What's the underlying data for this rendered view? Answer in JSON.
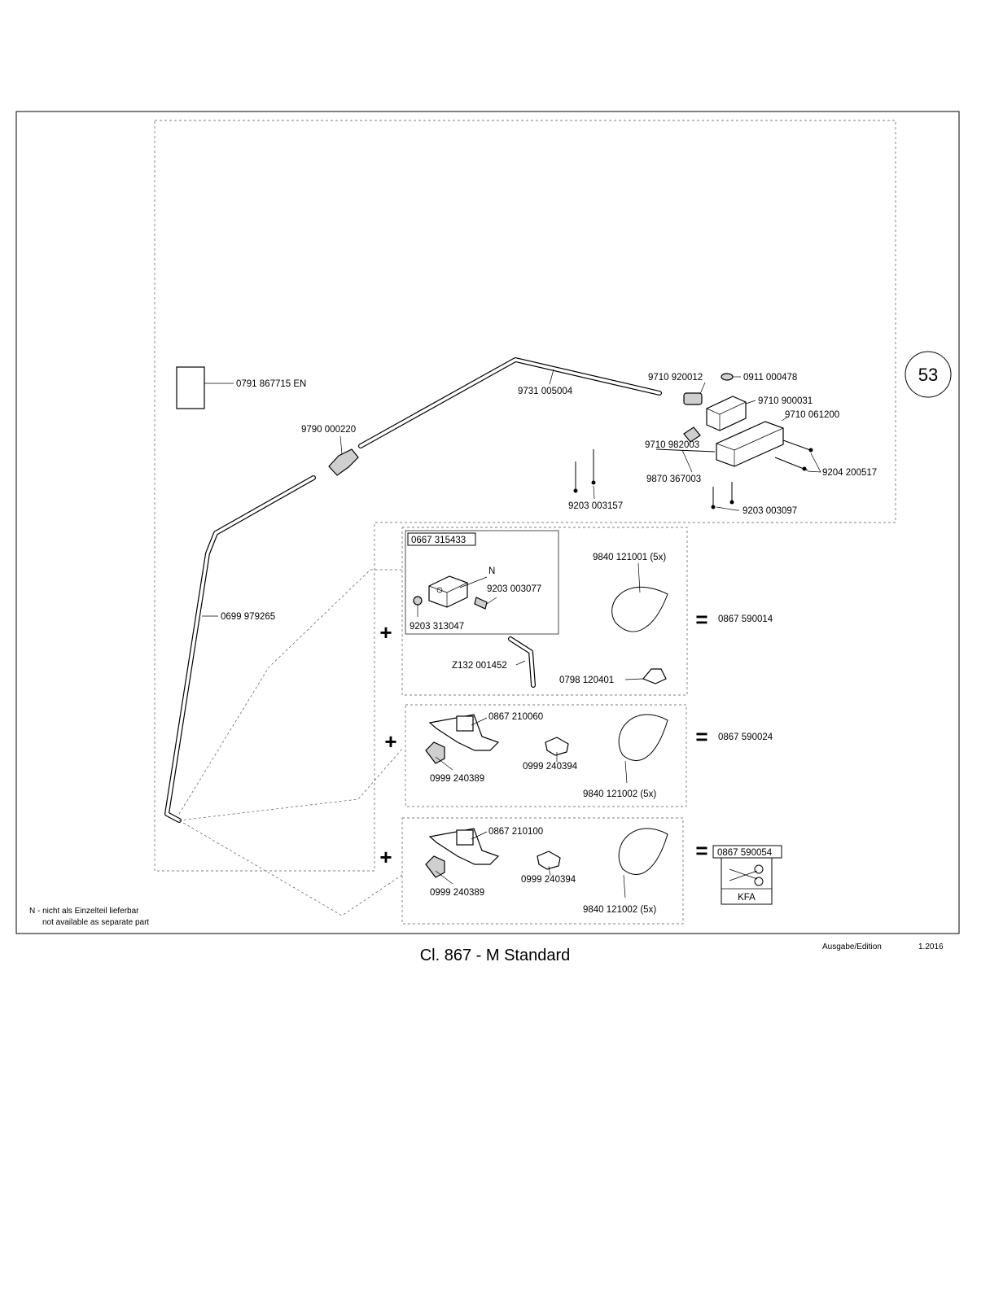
{
  "page_number": "53",
  "title": "Cl. 867 - M Standard",
  "edition": {
    "label": "Ausgabe/Edition",
    "value": "1.2016"
  },
  "legend": {
    "n_de": "N - nicht als Einzelteil lieferbar",
    "n_en": "not available as separate part"
  },
  "symbols": {
    "plus": "+",
    "equals": "=",
    "n_marker": "N"
  },
  "parts": {
    "p0791867715": "0791 867715 EN",
    "p9790000220": "9790 000220",
    "p9731005004": "9731 005004",
    "p9710920012": "9710 920012",
    "p0911000478": "0911 000478",
    "p9710900031": "9710 900031",
    "p9710061200": "9710 061200",
    "p9710982003": "9710 982003",
    "p9870367003": "9870 367003",
    "p9204200517": "9204 200517",
    "p9203003157": "9203 003157",
    "p9203003097": "9203 003097",
    "p0699979265": "0699 979265",
    "p0667315433": "0667 315433",
    "p9203003077": "9203 003077",
    "p9203313047": "9203 313047",
    "p9840121001": "9840 121001 (5x)",
    "p0867590014": "0867 590014",
    "pZ132001452": "Z132 001452",
    "p0798120401": "0798 120401",
    "p0867210060": "0867 210060",
    "p0999240389a": "0999 240389",
    "p0999240394a": "0999 240394",
    "p9840121002a": "9840 121002 (5x)",
    "p0867590024": "0867 590024",
    "p0867210100": "0867 210100",
    "p0999240389b": "0999 240389",
    "p0999240394b": "0999 240394",
    "p9840121002b": "9840 121002 (5x)",
    "p0867590054": "0867 590054"
  },
  "kit_label": "KFA"
}
